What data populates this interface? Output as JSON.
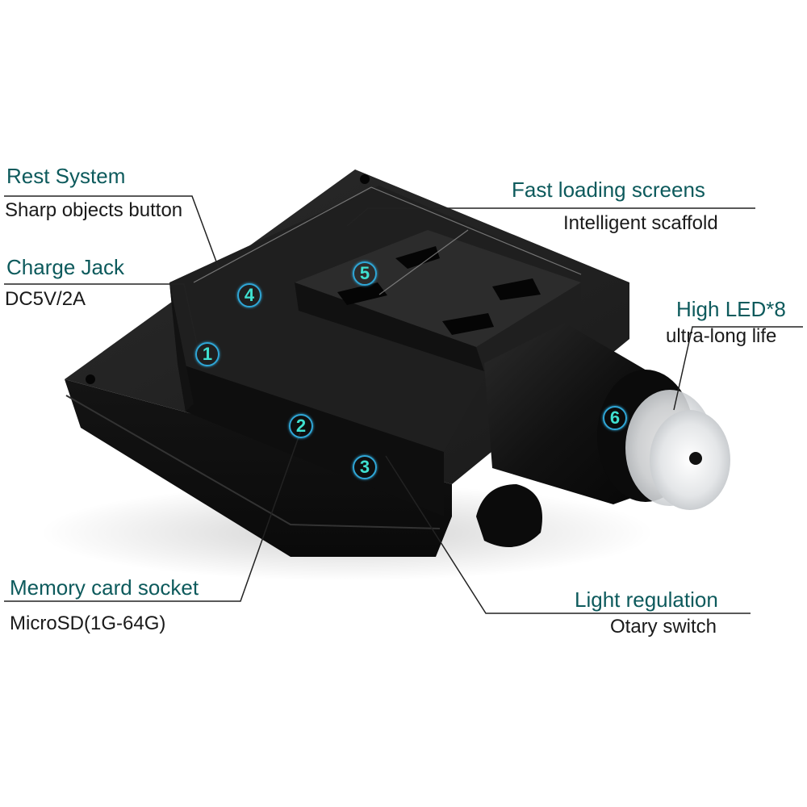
{
  "callouts": [
    {
      "id": "rest-system",
      "title": "Rest System",
      "subtitle": "Sharp objects button",
      "marker": "4"
    },
    {
      "id": "charge-jack",
      "title": "Charge Jack",
      "subtitle": "DC5V/2A",
      "marker": "1"
    },
    {
      "id": "fast-loading",
      "title": "Fast loading screens",
      "subtitle": "Intelligent scaffold",
      "marker": "5"
    },
    {
      "id": "high-led",
      "title": "High LED*8",
      "subtitle": "ultra-long life",
      "marker": "6"
    },
    {
      "id": "memory-card",
      "title": "Memory card socket",
      "subtitle": "MicroSD(1G-64G)",
      "marker": "2"
    },
    {
      "id": "light-regulation",
      "title": "Light regulation",
      "subtitle": "Otary switch",
      "marker": "3"
    }
  ],
  "markers": {
    "m1": "1",
    "m2": "2",
    "m3": "3",
    "m4": "4",
    "m5": "5",
    "m6": "6"
  },
  "colors": {
    "title": "#0d5a5c",
    "subtitle": "#1a1a1a",
    "marker_ring": "#2fa6d6",
    "marker_text": "#3fe0d0",
    "device": "#1c1c1c"
  }
}
